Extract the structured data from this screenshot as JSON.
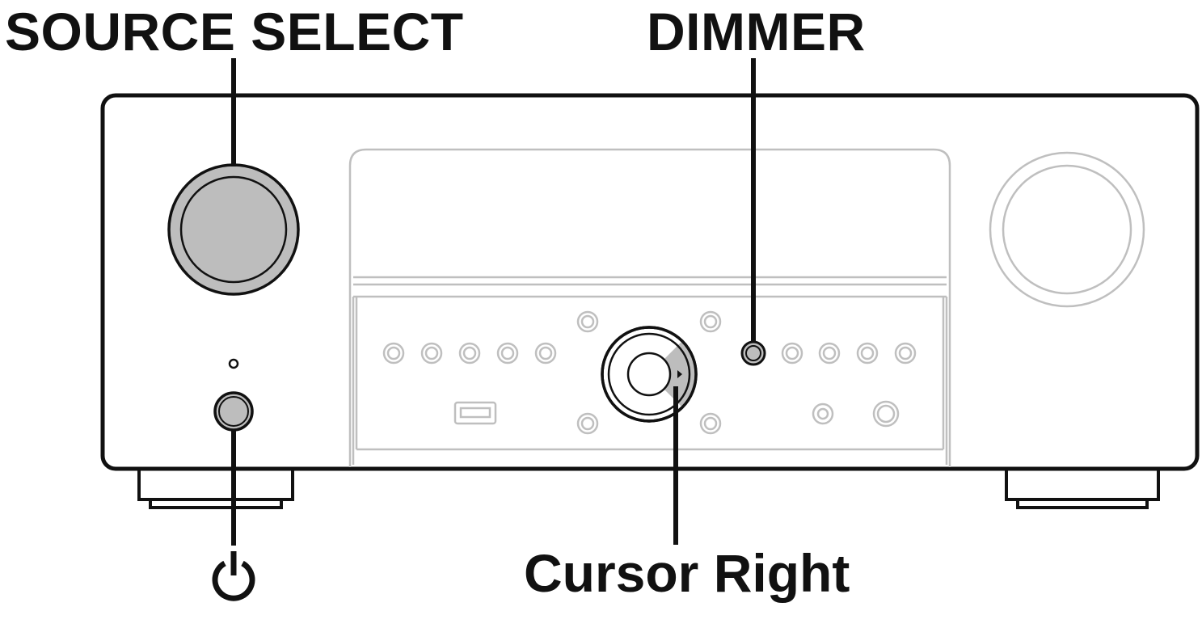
{
  "callouts": {
    "source_select": "SOURCE SELECT",
    "dimmer": "DIMMER",
    "cursor_right": "Cursor Right"
  },
  "icons": {
    "power": "power-icon",
    "usb_port": "usb-port-icon",
    "headphone_jack": "headphone-jack-icon",
    "cursor_right_arrow": "triangle-right-icon"
  },
  "colors": {
    "outline": "#111111",
    "highlight_fill": "#bdbdbd",
    "faded_part": "#bfbfbf",
    "background": "#ffffff"
  }
}
